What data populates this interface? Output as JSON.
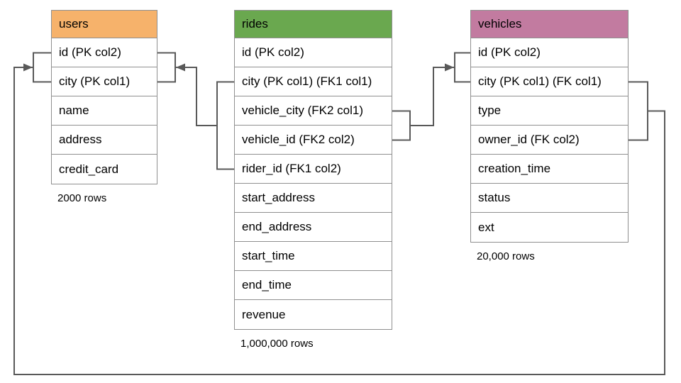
{
  "tables": [
    {
      "name": "users",
      "header_color": "#F6B26B",
      "rows": [
        "id (PK col2)",
        "city (PK col1)",
        "name",
        "address",
        "credit_card"
      ],
      "row_count_label": "2000 rows"
    },
    {
      "name": "rides",
      "header_color": "#6AA84F",
      "rows": [
        "id (PK col2)",
        "city (PK col1) (FK1 col1)",
        "vehicle_city (FK2 col1)",
        "vehicle_id (FK2 col2)",
        "rider_id (FK1 col2)",
        "start_address",
        "end_address",
        "start_time",
        "end_time",
        "revenue"
      ],
      "row_count_label": "1,000,000 rows"
    },
    {
      "name": "vehicles",
      "header_color": "#C27BA0",
      "rows": [
        "id (PK col2)",
        "city (PK col1) (FK col1)",
        "type",
        "owner_id (FK col2)",
        "creation_time",
        "status",
        "ext"
      ],
      "row_count_label": "20,000 rows"
    }
  ],
  "relationships": [
    {
      "name": "fk1-rides-to-users",
      "from_table": "rides",
      "from_columns": [
        "city (FK1 col1)",
        "rider_id (FK1 col2)"
      ],
      "to_table": "users",
      "to_columns": [
        "id (PK col2)",
        "city (PK col1)"
      ],
      "arrow_points_to": "users"
    },
    {
      "name": "fk2-rides-to-vehicles",
      "from_table": "rides",
      "from_columns": [
        "vehicle_city (FK2 col1)",
        "vehicle_id (FK2 col2)"
      ],
      "to_table": "vehicles",
      "to_columns": [
        "id (PK col2)",
        "city (PK col1)"
      ],
      "arrow_points_to": "vehicles"
    },
    {
      "name": "fk-vehicles-to-users",
      "from_table": "vehicles",
      "from_columns": [
        "city (FK col1)",
        "owner_id (FK col2)"
      ],
      "to_table": "users",
      "to_columns": [
        "id (PK col2)",
        "city (PK col1)"
      ],
      "arrow_points_to": "users"
    }
  ],
  "colors": {
    "users_header": "#F6B26B",
    "rides_header": "#6AA84F",
    "vehicles_header": "#C27BA0",
    "connector": "#595959",
    "table_border": "#8f8f8f",
    "text": "#000000",
    "background": "#FFFFFF"
  }
}
